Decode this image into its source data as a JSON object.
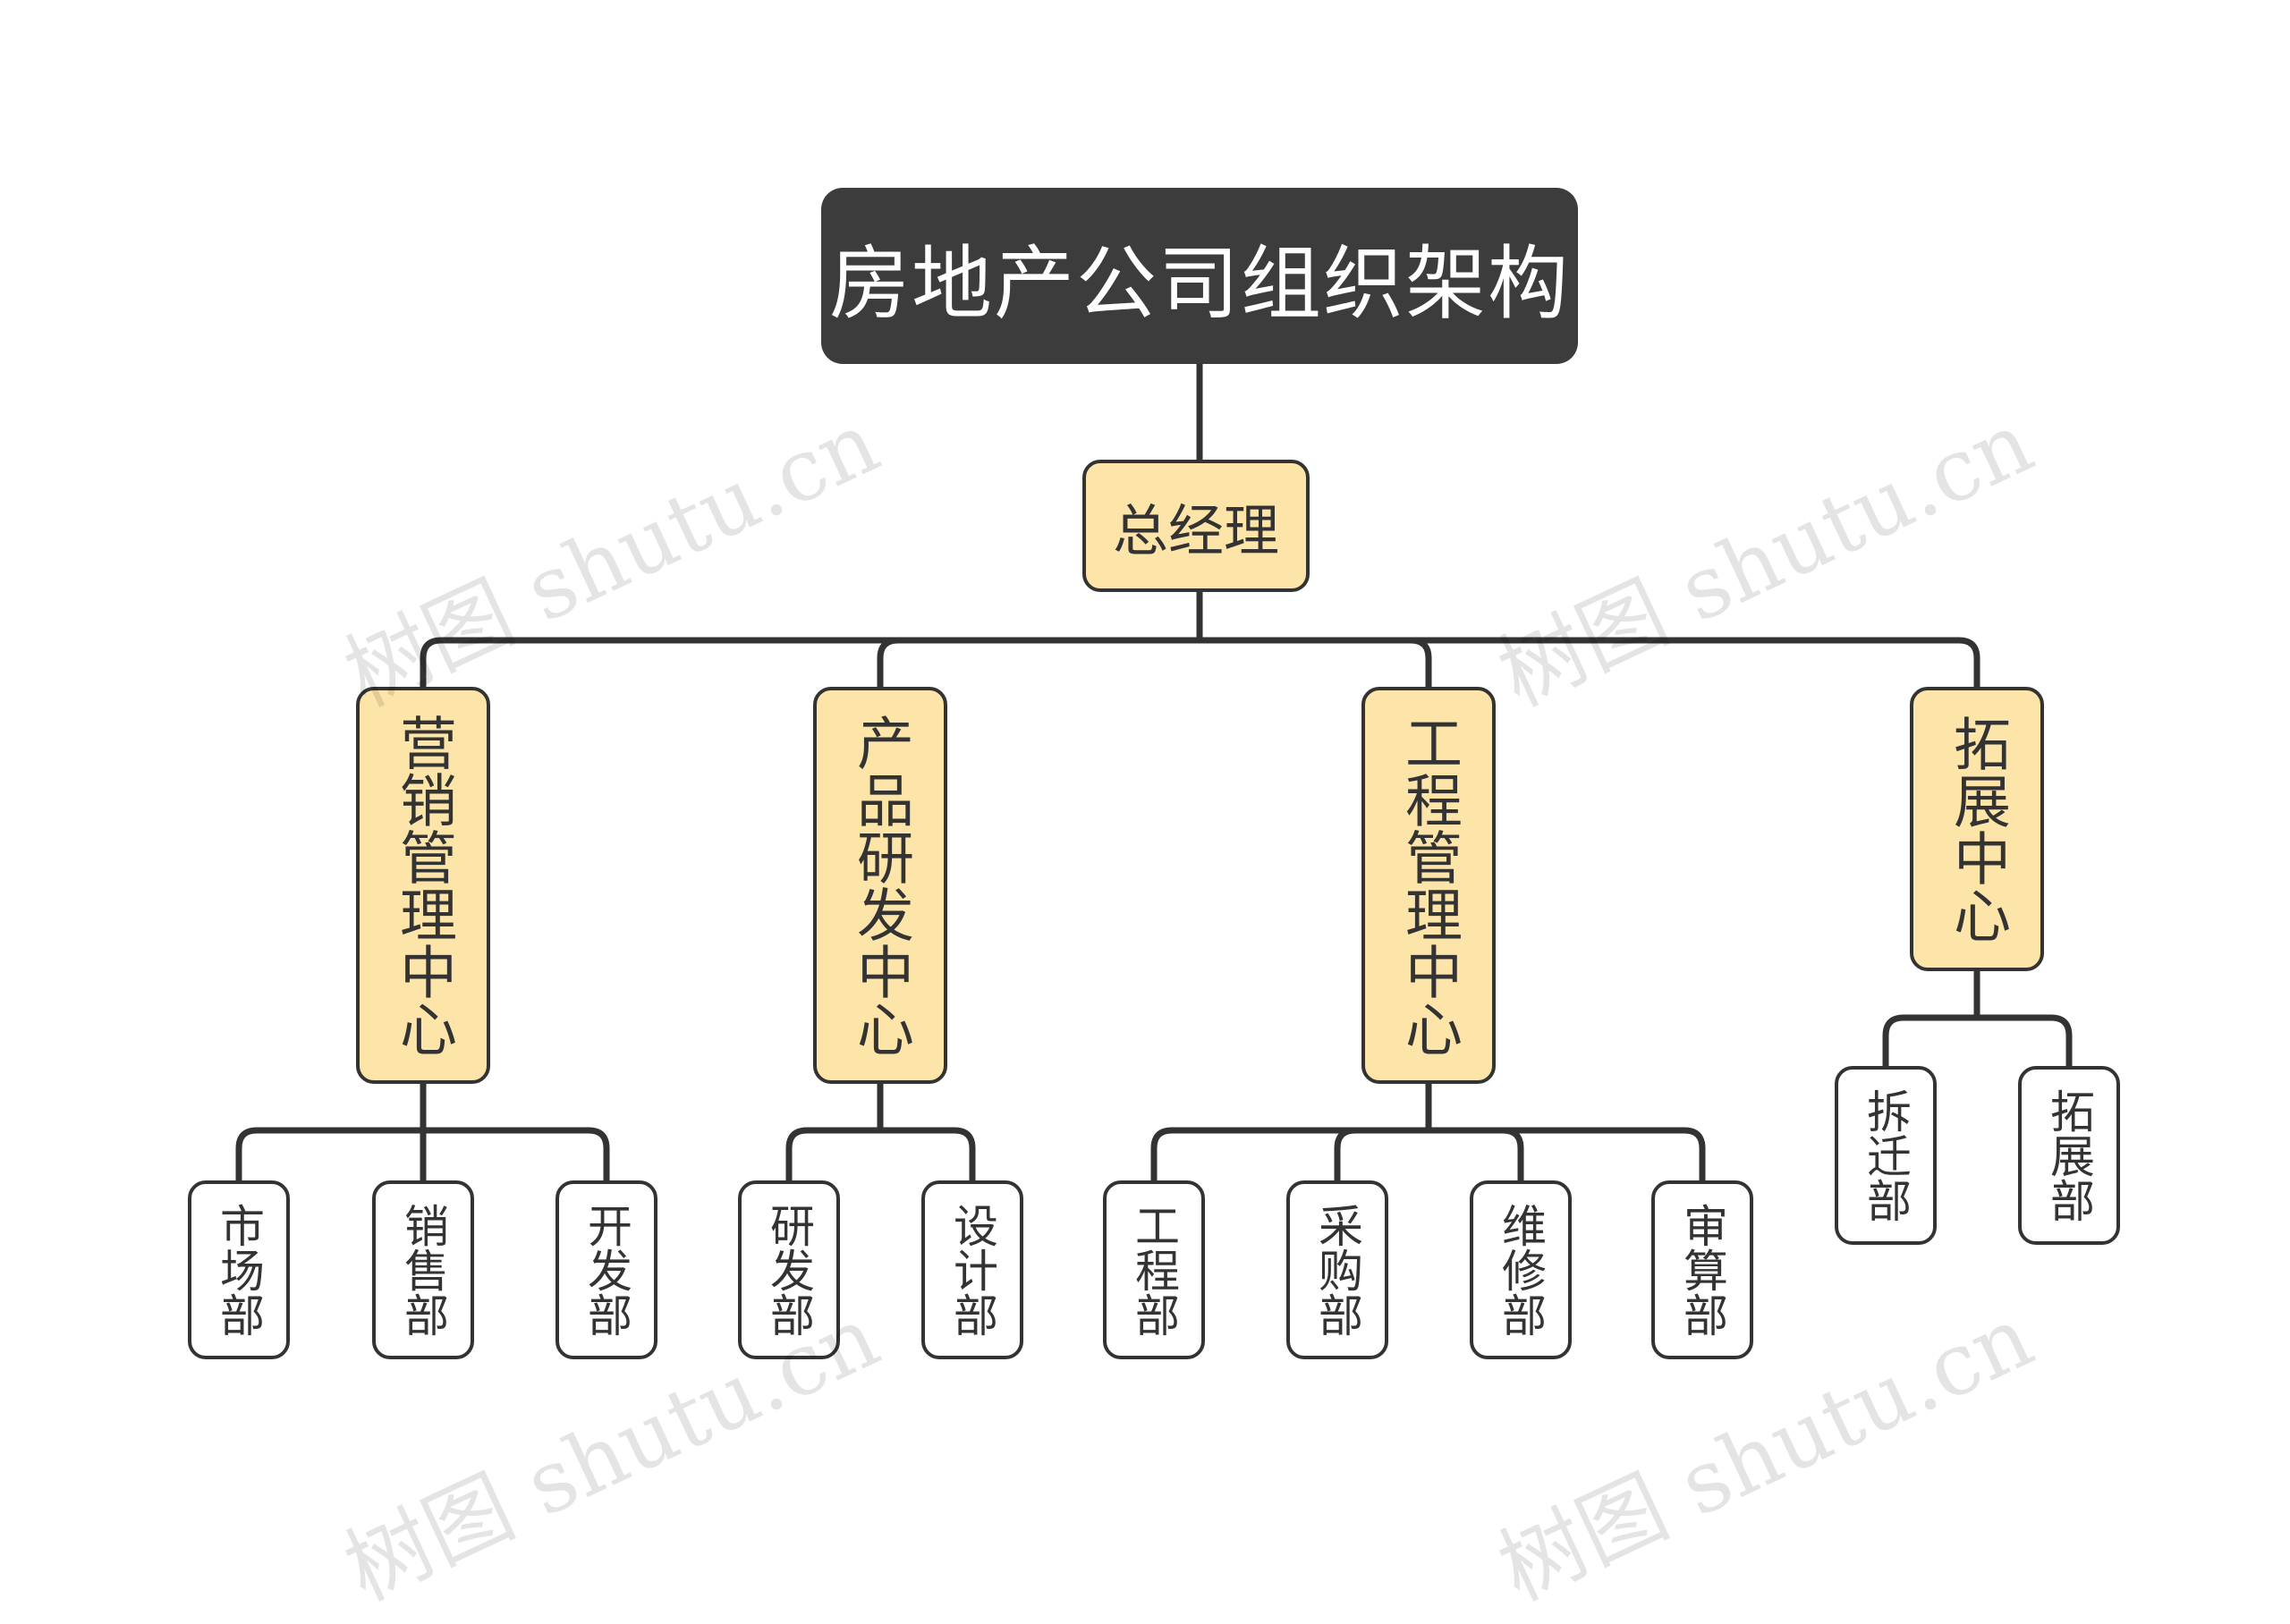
{
  "title": "房地产公司组织架构",
  "general_manager": "总经理",
  "centers": [
    {
      "name": "营销管理中心",
      "departments": [
        "市场部",
        "销售部",
        "开发部"
      ]
    },
    {
      "name": "产品研发中心",
      "departments": [
        "研发部",
        "设计部"
      ]
    },
    {
      "name": "工程管理中心",
      "departments": [
        "工程部",
        "采购部",
        "维修部",
        "审算部"
      ]
    },
    {
      "name": "拓展中心",
      "departments": [
        "拆迁部",
        "拓展部"
      ]
    }
  ],
  "watermark": "树图 shutu.cn",
  "colors": {
    "root_bg": "#3c3c3c",
    "center_bg": "#fde4a8",
    "line": "#333333"
  }
}
